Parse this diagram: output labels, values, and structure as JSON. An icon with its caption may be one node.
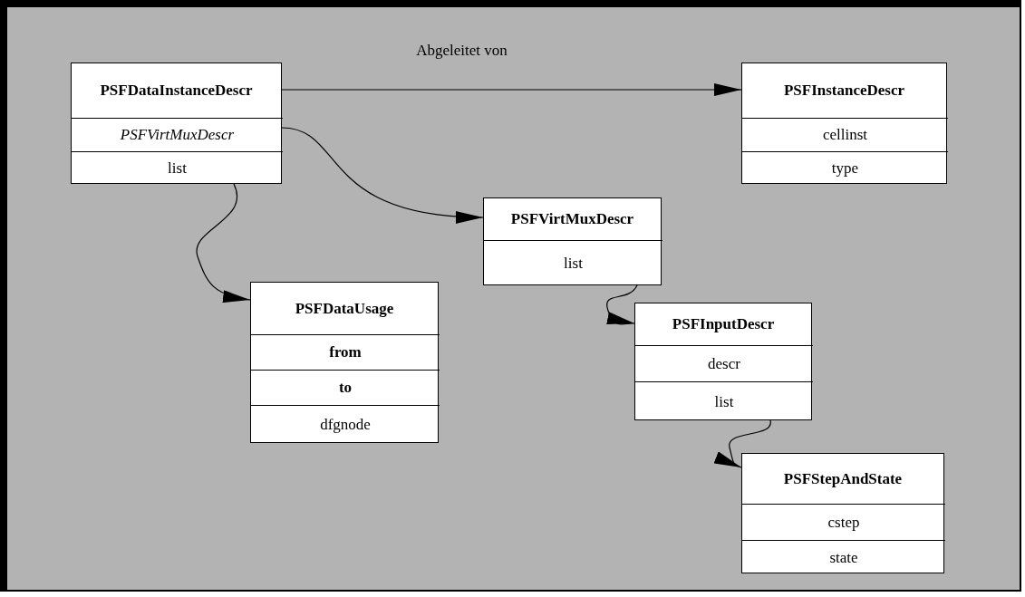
{
  "diagram": {
    "nodes": [
      {
        "text": [
          "PSFDataInstanceDescr"
        ]
      },
      {
        "text": [
          "PSFVirtMuxDescr"
        ],
        "in": 0
      },
      {
        "text": [
          "list"
        ],
        "in": 0
      },
      {
        "text": [
          "PSFInstanceDescr"
        ]
      },
      {
        "text": [
          "cellinst"
        ],
        "in": 3
      },
      {
        "text": [
          "type"
        ],
        "in": 3
      },
      {
        "text": [
          "PSFVirtMuxDescr"
        ]
      },
      {
        "text": [
          "list"
        ],
        "in": 6
      },
      {
        "text": [
          "PSFDataUsage"
        ]
      },
      {
        "text": [
          "from"
        ],
        "in": 8
      },
      {
        "text": [
          "to"
        ],
        "in": 8
      },
      {
        "text": [
          "dfgnode"
        ],
        "in": 8
      },
      {
        "text": [
          "PSFInputDescr"
        ]
      },
      {
        "text": [
          "descr"
        ],
        "in": 12
      },
      {
        "text": [
          "list"
        ],
        "in": 12
      },
      {
        "text": [
          "PSFStepAndState"
        ]
      },
      {
        "text": [
          "cstep"
        ],
        "in": 15
      },
      {
        "text": [
          "state"
        ],
        "in": 15
      }
    ],
    "edges": [
      {
        "from": 0,
        "to": 3,
        "arrow": "to",
        "label": "Abgeleitet von"
      },
      {
        "from": 1,
        "to": 6,
        "arrow": "to"
      },
      {
        "from": 2,
        "to": 8,
        "arrow": "to"
      },
      {
        "from": 7,
        "to": 12,
        "arrow": "to"
      },
      {
        "from": 14,
        "to": 15,
        "arrow": "to"
      }
    ]
  }
}
